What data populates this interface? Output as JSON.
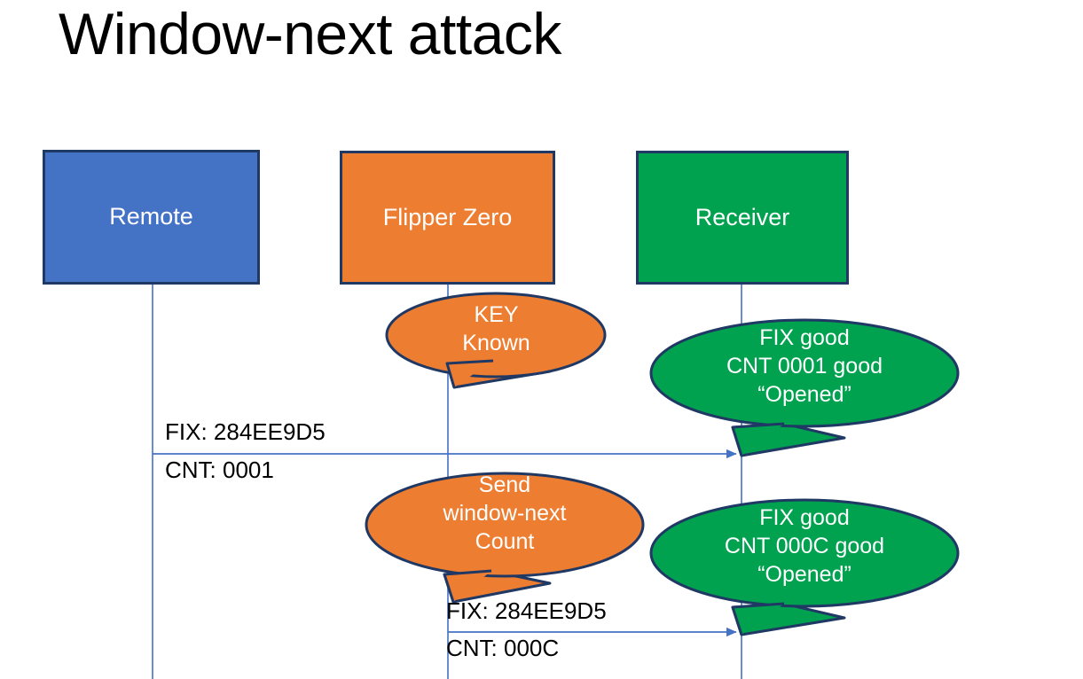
{
  "slide": {
    "title": "Window-next attack",
    "background_color": "#FFFFFF"
  },
  "colors": {
    "remote_blue": "#4472C4",
    "flipper_orange": "#ED7D31",
    "receiver_green": "#00A24F",
    "outline_navy": "#1F3864",
    "lifeline_blue": "#4472C4",
    "text_white": "#FFFFFF",
    "text_black": "#000000"
  },
  "actors": [
    {
      "id": "remote",
      "label": "Remote",
      "color": "#4472C4"
    },
    {
      "id": "flipper",
      "label": "Flipper Zero",
      "color": "#ED7D31"
    },
    {
      "id": "receiver",
      "label": "Receiver",
      "color": "#00A24F"
    }
  ],
  "bubbles": [
    {
      "id": "key-known",
      "owner": "flipper",
      "color": "#ED7D31",
      "text": "KEY\nKnown",
      "lines": [
        "KEY",
        "Known"
      ]
    },
    {
      "id": "receiver-good-0001",
      "owner": "receiver",
      "color": "#00A24F",
      "text": "FIX good\nCNT 0001 good\n“Opened”",
      "lines": [
        "FIX good",
        "CNT 0001 good",
        "“Opened”"
      ]
    },
    {
      "id": "send-window-next",
      "owner": "flipper",
      "color": "#ED7D31",
      "text": "Send\nwindow-next\nCount",
      "lines": [
        "Send",
        "window-next",
        "Count"
      ]
    },
    {
      "id": "receiver-good-000C",
      "owner": "receiver",
      "color": "#00A24F",
      "text": "FIX good\nCNT 000C good\n“Opened”",
      "lines": [
        "FIX good",
        "CNT 000C good",
        "“Opened”"
      ]
    }
  ],
  "messages": [
    {
      "id": "msg-remote-to-receiver",
      "from": "remote",
      "to": "receiver",
      "fix_label": "FIX: 284EE9D5",
      "cnt_label": "CNT: 0001"
    },
    {
      "id": "msg-flipper-to-receiver",
      "from": "flipper",
      "to": "receiver",
      "fix_label": "FIX: 284EE9D5",
      "cnt_label": "CNT: 000C"
    }
  ]
}
